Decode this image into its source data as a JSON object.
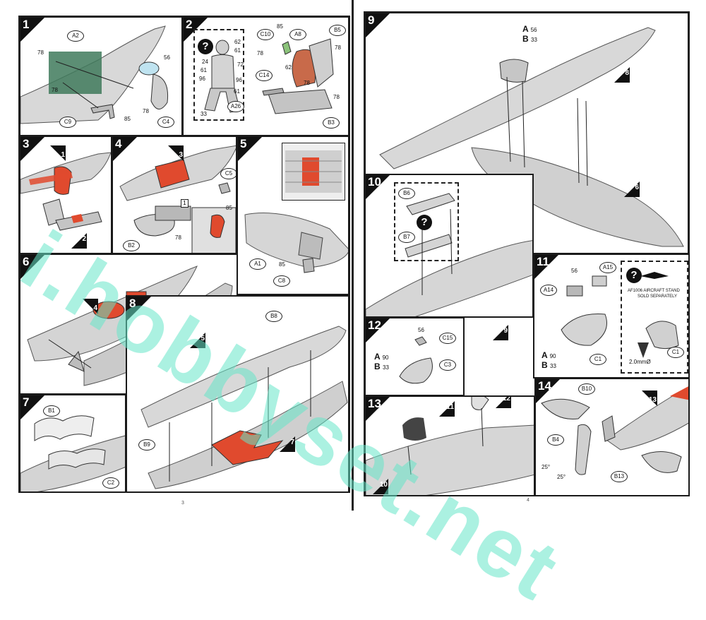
{
  "pages": {
    "left_number": "3",
    "right_number": "4"
  },
  "watermark": "i.hobbyset.net",
  "steps": {
    "s1": {
      "num": "1",
      "callouts": [
        "A2",
        "C9",
        "C4"
      ],
      "nums": [
        "78",
        "56",
        "78",
        "78",
        "85"
      ]
    },
    "s2": {
      "num": "2",
      "callouts": [
        "C10",
        "A8",
        "B5",
        "C14",
        "A26",
        "B3"
      ],
      "nums": [
        "85",
        "62",
        "61",
        "24",
        "72",
        "61",
        "96",
        "96",
        "61",
        "33",
        "62",
        "78",
        "78",
        "78",
        "78"
      ]
    },
    "s3": {
      "num": "3",
      "refs": [
        "1",
        "2"
      ]
    },
    "s4": {
      "num": "4",
      "callouts": [
        "C5",
        "B2"
      ],
      "nums": [
        "85",
        "78"
      ],
      "refs": [
        "3"
      ],
      "box": "1"
    },
    "s5": {
      "num": "5",
      "callouts": [
        "A1",
        "C8"
      ],
      "nums": [
        "85"
      ]
    },
    "s6": {
      "num": "6",
      "refs": [
        "4",
        "5"
      ]
    },
    "s7": {
      "num": "7",
      "callouts": [
        "B1",
        "C2"
      ]
    },
    "s8": {
      "num": "8",
      "callouts": [
        "B8",
        "B9"
      ],
      "refs": [
        "7"
      ]
    },
    "s9": {
      "num": "9",
      "a_val": "56",
      "b_val": "33",
      "a_label": "A",
      "b_label": "B",
      "refs": [
        "8",
        "6"
      ]
    },
    "s10": {
      "num": "10",
      "callouts": [
        "B6",
        "B7"
      ]
    },
    "s11": {
      "num": "11",
      "callouts": [
        "A14",
        "A15",
        "C1",
        "C1"
      ],
      "nums": [
        "56"
      ],
      "a_val": "90",
      "b_val": "33",
      "stand_note_1": "AF1006 AIRCRAFT STAND",
      "stand_note_2": "SOLD SEPARATELY",
      "drill": "2.0mmØ"
    },
    "s12": {
      "num": "12",
      "callouts": [
        "C15",
        "C3"
      ],
      "nums": [
        "56"
      ],
      "a_val": "90",
      "b_val": "33",
      "refs": [
        "9"
      ]
    },
    "s13": {
      "num": "13",
      "refs": [
        "11",
        "12",
        "10"
      ]
    },
    "s14": {
      "num": "14",
      "callouts": [
        "B10",
        "B4",
        "B13"
      ],
      "nums": [
        "25°",
        "25°"
      ],
      "refs": [
        "13"
      ]
    }
  }
}
